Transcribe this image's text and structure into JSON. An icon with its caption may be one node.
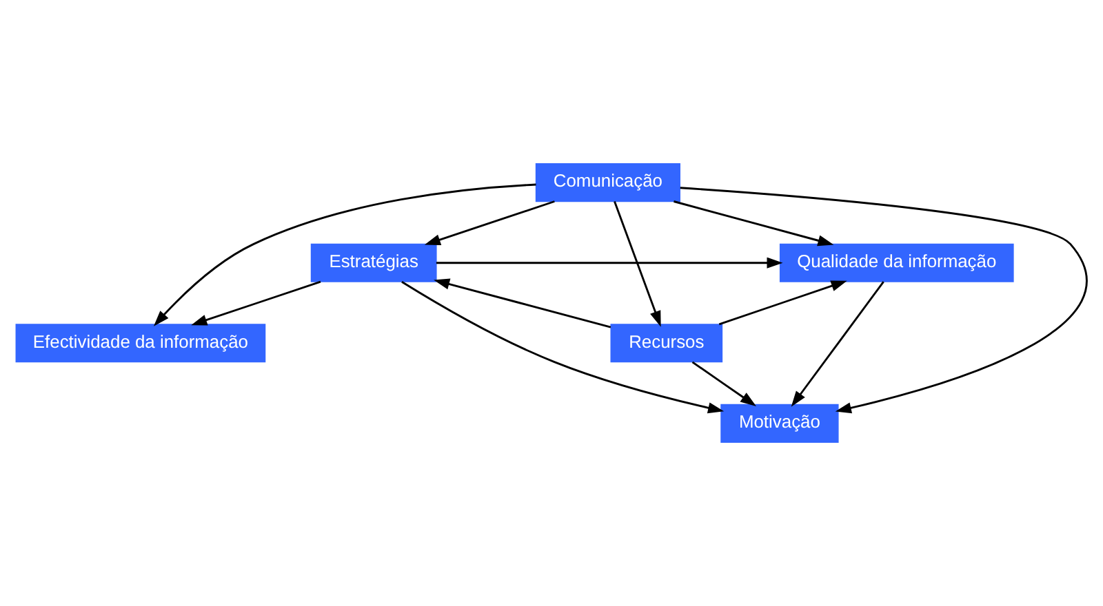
{
  "diagram": {
    "nodes": [
      {
        "text": [
          "Motivação"
        ]
      },
      {
        "text": [
          "Estratégias"
        ]
      },
      {
        "text": [
          "Qualidade da informação"
        ]
      },
      {
        "text": [
          "Recursos"
        ]
      },
      {
        "text": [
          "Efectividade da informação"
        ]
      },
      {
        "text": [
          "Comunicação"
        ]
      }
    ],
    "edges": [
      {
        "from": 1,
        "to": 0,
        "arrow": "to"
      },
      {
        "from": 2,
        "to": 0,
        "arrow": "to"
      },
      {
        "from": 3,
        "to": 1,
        "arrow": "to"
      },
      {
        "from": 5,
        "to": 3,
        "arrow": "to"
      },
      {
        "from": 5,
        "to": 4,
        "arrow": "to"
      },
      {
        "from": 1,
        "to": 2,
        "arrow": "to"
      },
      {
        "from": 1,
        "to": 4,
        "arrow": "to"
      },
      {
        "from": 3,
        "to": 0,
        "arrow": "to"
      },
      {
        "from": 3,
        "to": 2,
        "arrow": "to"
      },
      {
        "from": 5,
        "to": 0,
        "arrow": "to"
      },
      {
        "from": 5,
        "to": 1,
        "arrow": "to"
      },
      {
        "from": 5,
        "to": 2,
        "arrow": "to"
      }
    ]
  }
}
